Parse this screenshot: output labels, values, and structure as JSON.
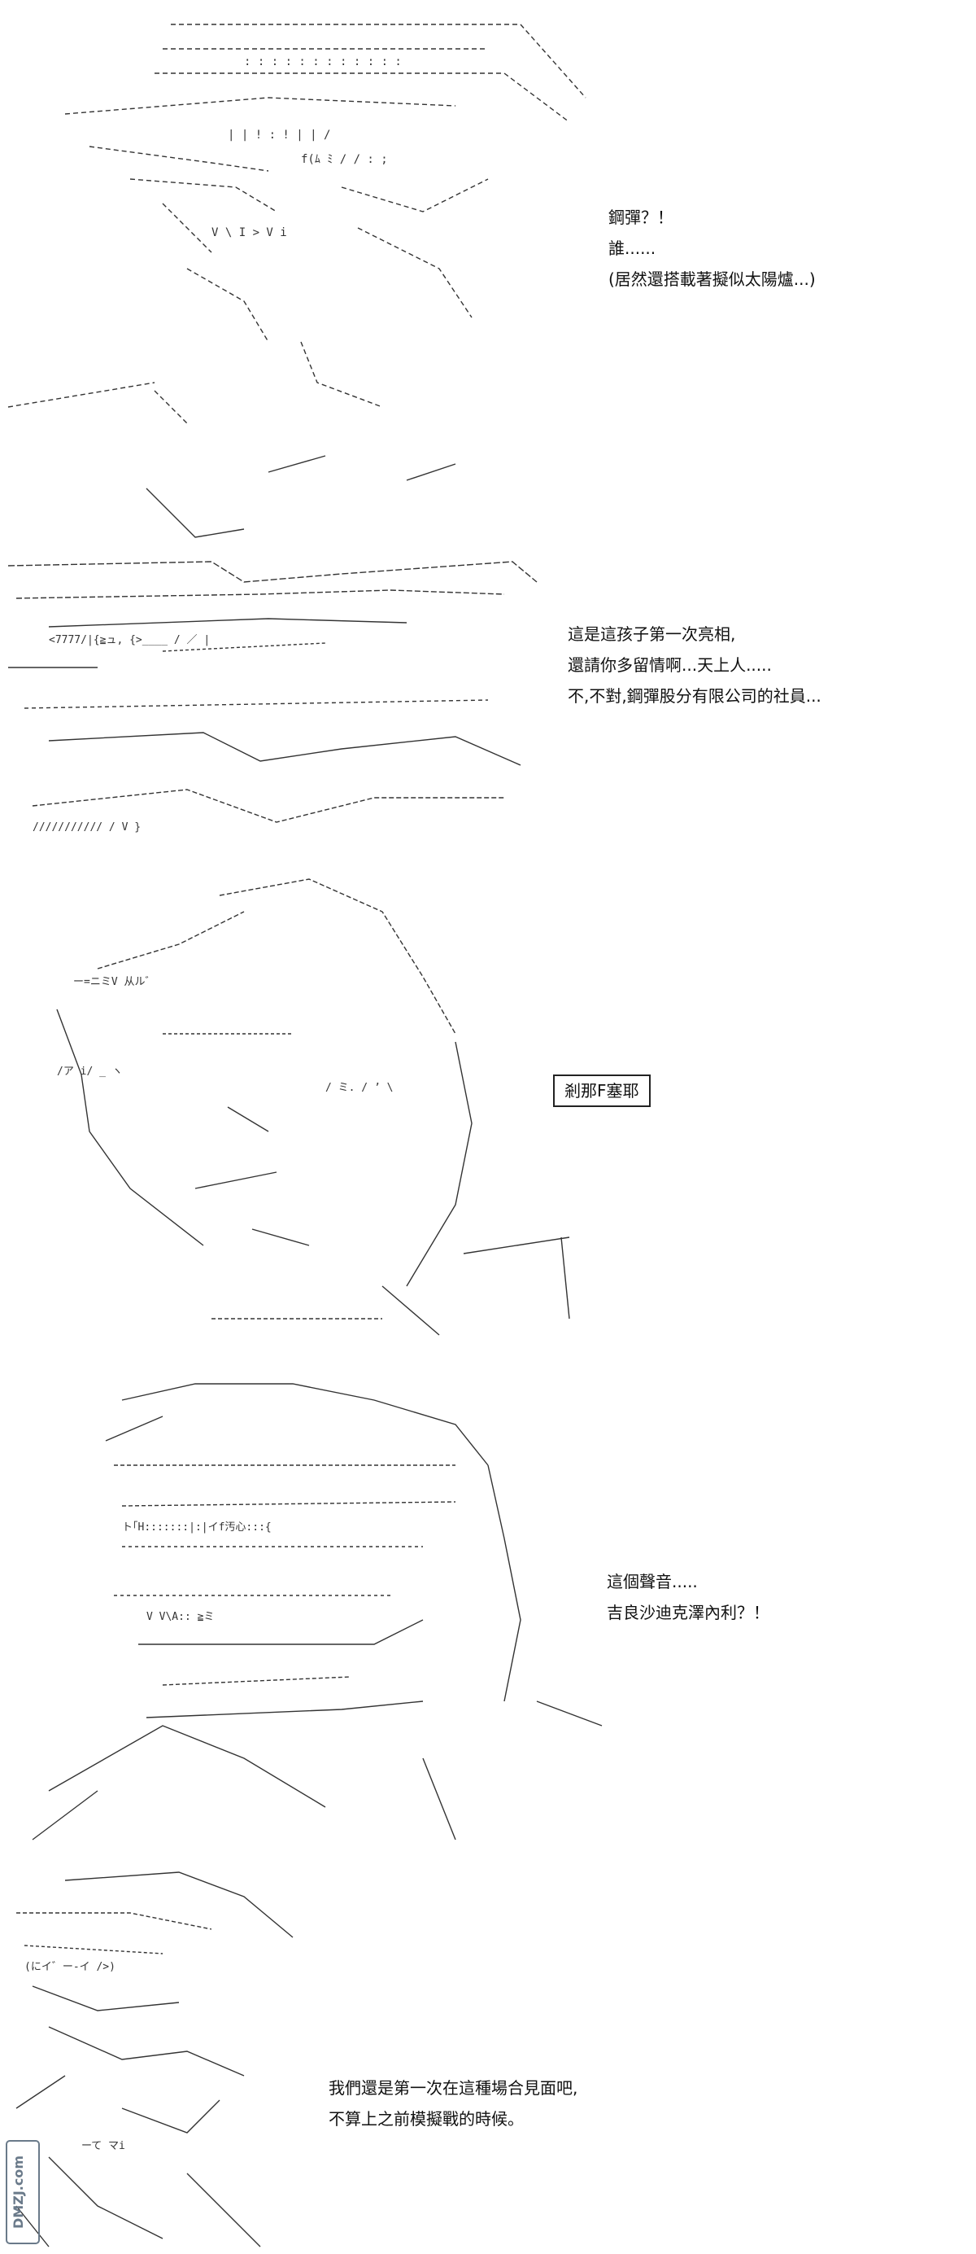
{
  "panels": [
    {
      "caption": [
        "鋼彈？！",
        "誰......",
        "(居然還搭載著擬似太陽爐...)"
      ]
    },
    {
      "caption": [
        "這是這孩子第一次亮相,",
        "還請你多留情啊...天上人.....",
        "不,不對,鋼彈股分有限公司的社員..."
      ]
    },
    {
      "name_box": "剎那F塞耶"
    },
    {
      "caption": [
        "這個聲音.....",
        "吉良沙迪克澤內利？！"
      ]
    },
    {
      "caption": [
        "我們還是第一次在這種場合見面吧,",
        "不算上之前模擬戰的時候。"
      ]
    }
  ],
  "watermark": {
    "text": "DMZJ.com"
  },
  "colors": {
    "ink": "#111111",
    "background": "#ffffff"
  }
}
